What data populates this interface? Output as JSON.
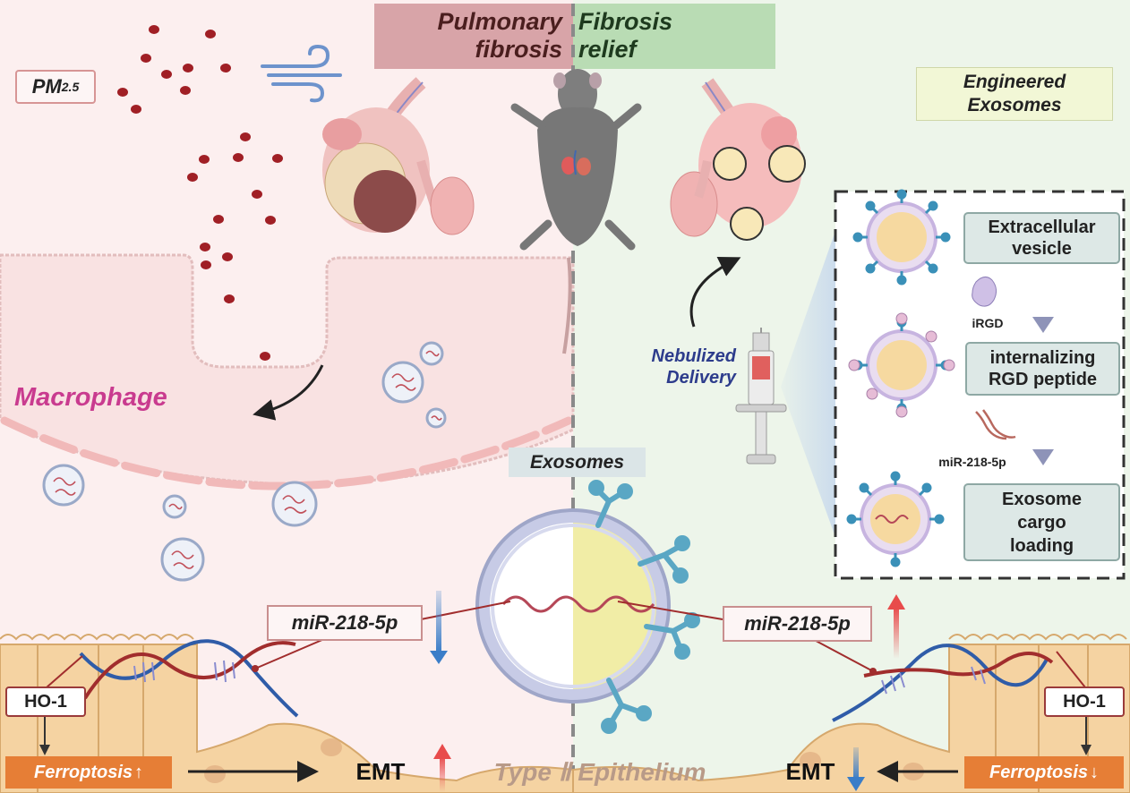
{
  "panels": {
    "left_title": "Pulmonary fibrosis",
    "right_title": "Fibrosis relief"
  },
  "labels": {
    "pm_main": "PM",
    "pm_sub": "2.5",
    "engineered": "Engineered Exosomes",
    "macrophage": "Macrophage",
    "nebulized": "Nebulized Delivery",
    "exosomes": "Exosomes",
    "mir_left": "miR-218-5p",
    "mir_right": "miR-218-5p",
    "ho1_left": "HO-1",
    "ho1_right": "HO-1",
    "ferro_left": "Ferroptosis",
    "ferro_right": "Ferroptosis",
    "emt_left": "EMT",
    "emt_right": "EMT",
    "epithelium": "Type Ⅱ Epithelium"
  },
  "engineering": {
    "steps": [
      "Extracellular vesicle",
      "internalizing RGD peptide",
      "Exosome cargo loading"
    ],
    "irgd": "iRGD",
    "mir_small": "miR-218-5p"
  },
  "colors": {
    "left_bg": "#fcefef",
    "right_bg": "#edf5ea",
    "left_title_bg": "#d8a4a8",
    "right_title_bg": "#b9dcb4",
    "macrophage_text": "#c93b8f",
    "nebulized_text": "#2d3c8c",
    "ferroptosis_bg": "#e67e36",
    "epithelium_text": "#b89a88",
    "step_box": "#dde8e6",
    "particle": "#a01f25",
    "up_arrow": "#e84b4b",
    "down_arrow": "#3a7dc8"
  },
  "icons": [
    "wind-icon",
    "mouse-icon",
    "lung-icon",
    "syringe-icon",
    "exosome-icon",
    "dna-helix-icon",
    "irgd-peptide-icon",
    "mirna-strand-icon"
  ]
}
